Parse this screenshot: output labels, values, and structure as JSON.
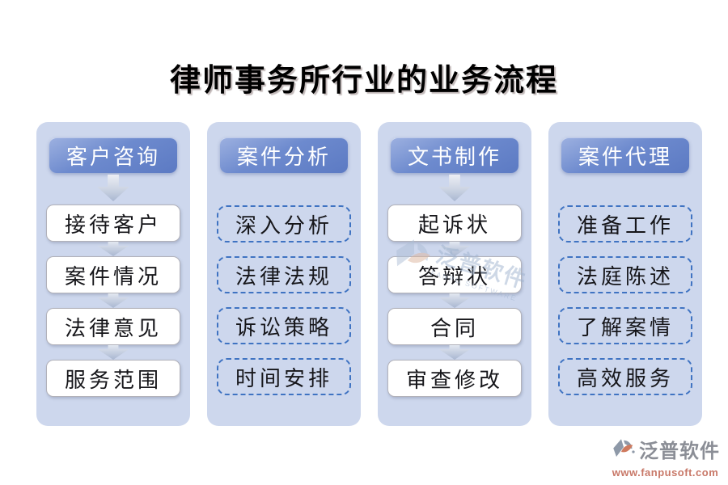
{
  "title": "律师事务所行业的业务流程",
  "columns": [
    {
      "header": "客户咨询",
      "style": "solid",
      "items": [
        "接待客户",
        "案件情况",
        "法律意见",
        "服务范围"
      ]
    },
    {
      "header": "案件分析",
      "style": "dashed",
      "items": [
        "深入分析",
        "法律法规",
        "诉讼策略",
        "时间安排"
      ]
    },
    {
      "header": "文书制作",
      "style": "solid",
      "items": [
        "起诉状",
        "答辩状",
        "合同",
        "审查修改"
      ]
    },
    {
      "header": "案件代理",
      "style": "dashed",
      "items": [
        "准备工作",
        "法庭陈述",
        "了解案情",
        "高效服务"
      ]
    }
  ],
  "watermark": {
    "brand": "泛普软件",
    "subtext": "FANPU SOFTWARE"
  },
  "footer": {
    "brand": "泛普软件",
    "url": "www.fanpusoft.com"
  },
  "colors": {
    "panel_bg": "#cdd7ed",
    "header_top": "#9cb0e0",
    "header_bottom": "#5c7ac3",
    "dashed_border": "#3f73c2",
    "arrow": "#a9b7d1",
    "item_text": "#16161a",
    "watermark": "#9fb3cf",
    "footer_brand": "#8b8e96",
    "footer_url": "#c87868"
  }
}
